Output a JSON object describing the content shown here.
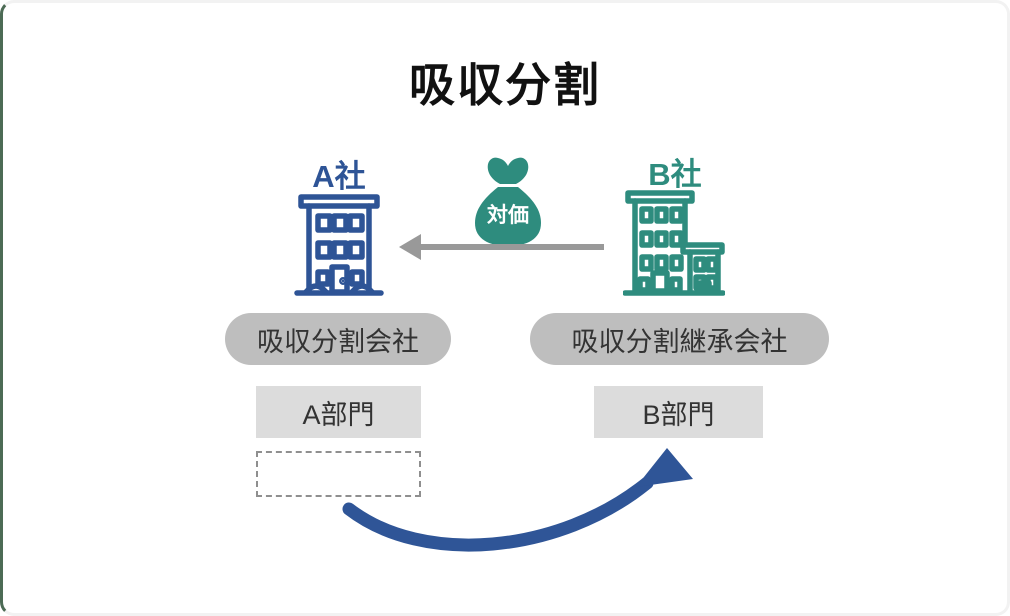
{
  "title": "吸収分割",
  "companies": {
    "a": {
      "name": "A社",
      "role_label": "吸収分割会社",
      "division_label": "A部門",
      "color": "#2E5496"
    },
    "b": {
      "name": "B社",
      "role_label": "吸収分割継承会社",
      "division_label": "B部門",
      "color": "#2E8C7E"
    }
  },
  "consideration": {
    "label": "対価"
  },
  "icons": {
    "money_bag": "money-bag-icon",
    "building_a": "building-icon",
    "building_b": "building-icon"
  },
  "colors": {
    "title_text": "#111111",
    "company_a_blue": "#2E5496",
    "company_b_teal": "#2E8C7E",
    "consideration_arrow_gray": "#999999",
    "transfer_arrow_blue": "#2F5597",
    "role_pill_bg": "#BEBEBE",
    "division_box_bg": "#DCDCDC",
    "dashed_slot_border": "#8F8F8F",
    "body_text": "#333333",
    "card_edge_green": "#4C6B55"
  }
}
